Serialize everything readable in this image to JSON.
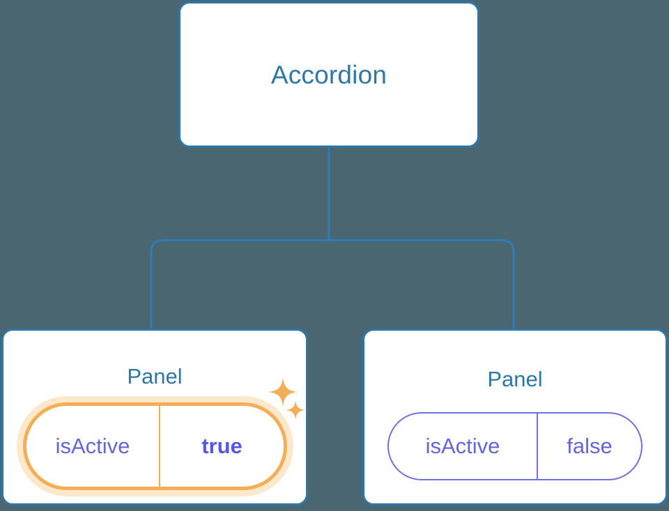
{
  "diagram": {
    "type": "component-tree",
    "background_color": "#4a6670",
    "accent_colors": {
      "card_border": "#2e77aa",
      "node_title": "#2e77a8",
      "connector": "#2e7cb8",
      "prop_text": "#6366d8",
      "prop_value_active": "#5458e2",
      "highlight_ring": "#f5ae55",
      "highlight_glow": "#f8b965"
    },
    "root": {
      "title": "Accordion"
    },
    "children": [
      {
        "title": "Panel",
        "highlighted": true,
        "prop": {
          "key": "isActive",
          "value": "true"
        },
        "sparkles": [
          "sparkle-large",
          "sparkle-small"
        ]
      },
      {
        "title": "Panel",
        "highlighted": false,
        "prop": {
          "key": "isActive",
          "value": "false"
        },
        "sparkles": []
      }
    ]
  }
}
